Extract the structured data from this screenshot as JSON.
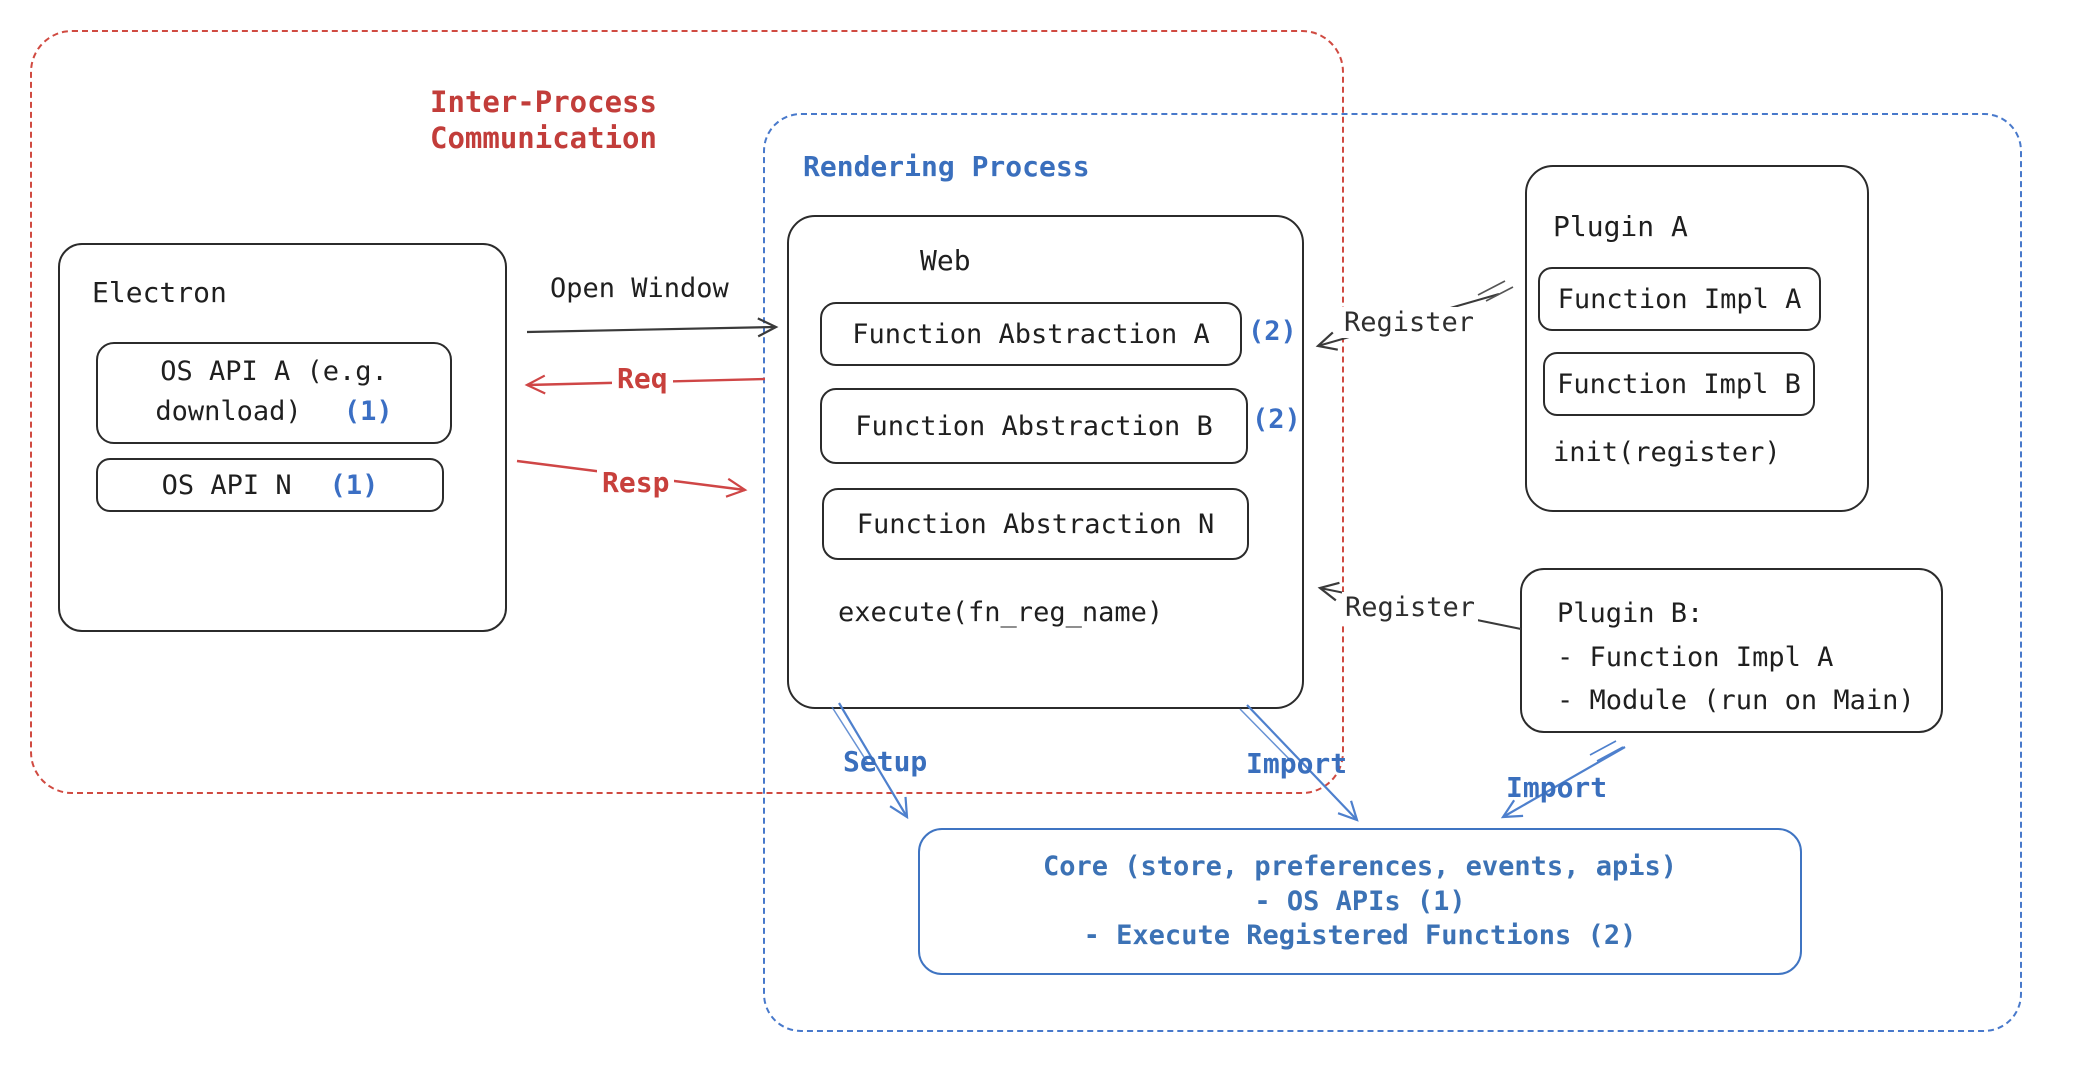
{
  "colors": {
    "red": "#d04a41",
    "blue": "#3a6fbd",
    "black": "#1f1f1f",
    "arrow_blue": "#4e80cd"
  },
  "ipc": {
    "line1": "Inter-Process",
    "line2": "Communication"
  },
  "rendering": {
    "label": "Rendering Process"
  },
  "electron": {
    "title": "Electron",
    "items": [
      {
        "label": "OS API A (e.g. download)",
        "ref": "(1)"
      },
      {
        "label": "OS API N",
        "ref": "(1)"
      }
    ]
  },
  "web": {
    "title": "Web",
    "items": [
      {
        "label": "Function Abstraction A",
        "ref": "(2)"
      },
      {
        "label": "Function Abstraction B",
        "ref": "(2)"
      },
      {
        "label": "Function Abstraction N",
        "ref": ""
      }
    ],
    "method": "execute(fn_reg_name)"
  },
  "plugin_a": {
    "title": "Plugin A",
    "items": [
      {
        "label": "Function Impl A"
      },
      {
        "label": "Function Impl B"
      }
    ],
    "method": "init(register)"
  },
  "plugin_b": {
    "line1": "Plugin B:",
    "line2": "- Function Impl A",
    "line3": "- Module (run on Main)"
  },
  "core": {
    "line1": "Core (store, preferences, events, apis)",
    "line2": "- OS APIs (1)",
    "line3": "- Execute Registered Functions (2)"
  },
  "arrows": {
    "open_window": "Open Window",
    "req": "Req",
    "resp": "Resp",
    "register_a": "Register",
    "register_b": "Register",
    "setup": "Setup",
    "import_core": "Import",
    "import_plugin": "Import"
  }
}
